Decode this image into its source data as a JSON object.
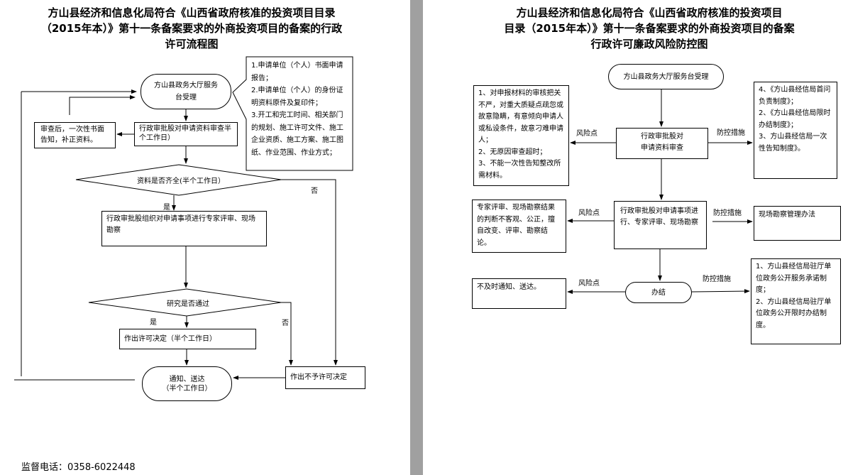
{
  "left": {
    "title": [
      "方山县经济和信息化局符合《山西省政府核准的投资项目目录",
      "（2015年本）》第十一条备案要求的外商投资项目的备案的行政",
      "许可流程图"
    ],
    "start": "方山县政务大厅服务台受理",
    "callout": "1.申请单位（个人）书面申请报告；\n2.申请单位（个人）的身份证明资料原件及复印件；\n3.开工和完工时间、相关部门的规划、施工许可文件、施工企业资质、施工方案、施工图纸、作业范围、作业方式；",
    "review": "行政审批股对申请资料审查半个工作日）",
    "supplement": "审查后，一次性书面告知，补正资料。",
    "decision1": "资料是否齐全(半个工作日）",
    "yes1": "是",
    "no1": "否",
    "expert": "行政审批股组织对申请事项进行专家评审、现场勘察",
    "decision2": "研究是否通过",
    "yes2": "是",
    "no2": "否",
    "permit": "作出许可决定（半个工作日）",
    "deny": "作出不予许可决定",
    "notify": "通知、送达\n（半个工作日）",
    "footer": "监督电话：0358-6022448"
  },
  "right": {
    "title": [
      "方山县经济和信息化局符合《山西省政府核准的投资项目",
      "目录（2015年本）》第十一条备案要求的外商投资项目的备案",
      "行政许可廉政风险防控图"
    ],
    "start": "方山县政务大厅服务台受理",
    "step1": "行政审批股对\n申请资料审查",
    "risk1": "1、对申报材料的审核把关不严，对重大质疑点疏忽或故意隐瞒，有意倾向申请人或私设条件，故意刁难申请人；\n2、无原因审查超时；\n3、不能一次性告知整改所需材料。",
    "measure1": "4、《方山县经信局首问负责制度》；\n2、《方山县经信局限时办结制度》；\n3、方山县经信局一次性告知制度》。",
    "step2": "行政审批股对申请事项进行、专家评审、现场勘察",
    "risk2": "专家评审、现场勘察结果的判断不客观、公正，擅自改变、评审、勘察结论。",
    "measure2": "现场勘察管理办法",
    "step3": "办结",
    "risk3": "不及时通知、送达。",
    "measure3": "1、方山县经信局驻厅单位政务公开服务承诺制度；\n2、方山县经信局驻厅单位政务公开限时办结制度。",
    "risk_label": "风险点",
    "measure_label": "防控措施"
  }
}
